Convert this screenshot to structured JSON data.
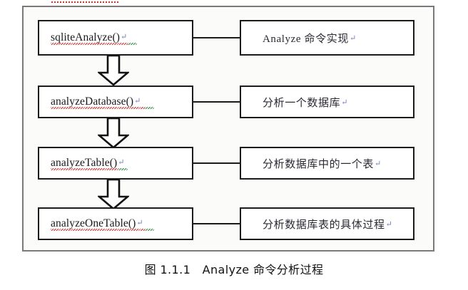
{
  "figure": {
    "caption": "图 1.1.1   Analyze 命令分析过程",
    "frame_border_color": "#7a7a7a",
    "frame_background": "#fbfbf9",
    "box_border_color": "#1b1b1b",
    "spellcheck_red": "#d3302a",
    "spellcheck_green": "#2e8b3d",
    "pilcrow_color": "#6f7fb5"
  },
  "artifact": {
    "top_dotted_color": "#c0392b"
  },
  "flow": {
    "pilcrow": "↵",
    "rows": [
      {
        "function": "sqliteAnalyze()",
        "description": "Analyze 命令实现"
      },
      {
        "function": "analyzeDatabase()",
        "description": "分析一个数据库"
      },
      {
        "function": "analyzeTable()",
        "description": "分析数据库中的一个表"
      },
      {
        "function": "analyzeOneTable()",
        "description": "分析数据库表的具体过程"
      }
    ],
    "arrow_count": 3,
    "arrow_direction": "down"
  },
  "chart_data": {
    "type": "diagram",
    "title": "图 1.1.1   Analyze 命令分析过程",
    "nodes": [
      {
        "id": "n1",
        "label": "sqliteAnalyze()",
        "annotation": "Analyze 命令实现"
      },
      {
        "id": "n2",
        "label": "analyzeDatabase()",
        "annotation": "分析一个数据库"
      },
      {
        "id": "n3",
        "label": "analyzeTable()",
        "annotation": "分析数据库中的一个表"
      },
      {
        "id": "n4",
        "label": "analyzeOneTable()",
        "annotation": "分析数据库表的具体过程"
      }
    ],
    "edges": [
      {
        "from": "n1",
        "to": "n2",
        "style": "block-arrow-down"
      },
      {
        "from": "n2",
        "to": "n3",
        "style": "block-arrow-down"
      },
      {
        "from": "n3",
        "to": "n4",
        "style": "block-arrow-down"
      }
    ]
  }
}
